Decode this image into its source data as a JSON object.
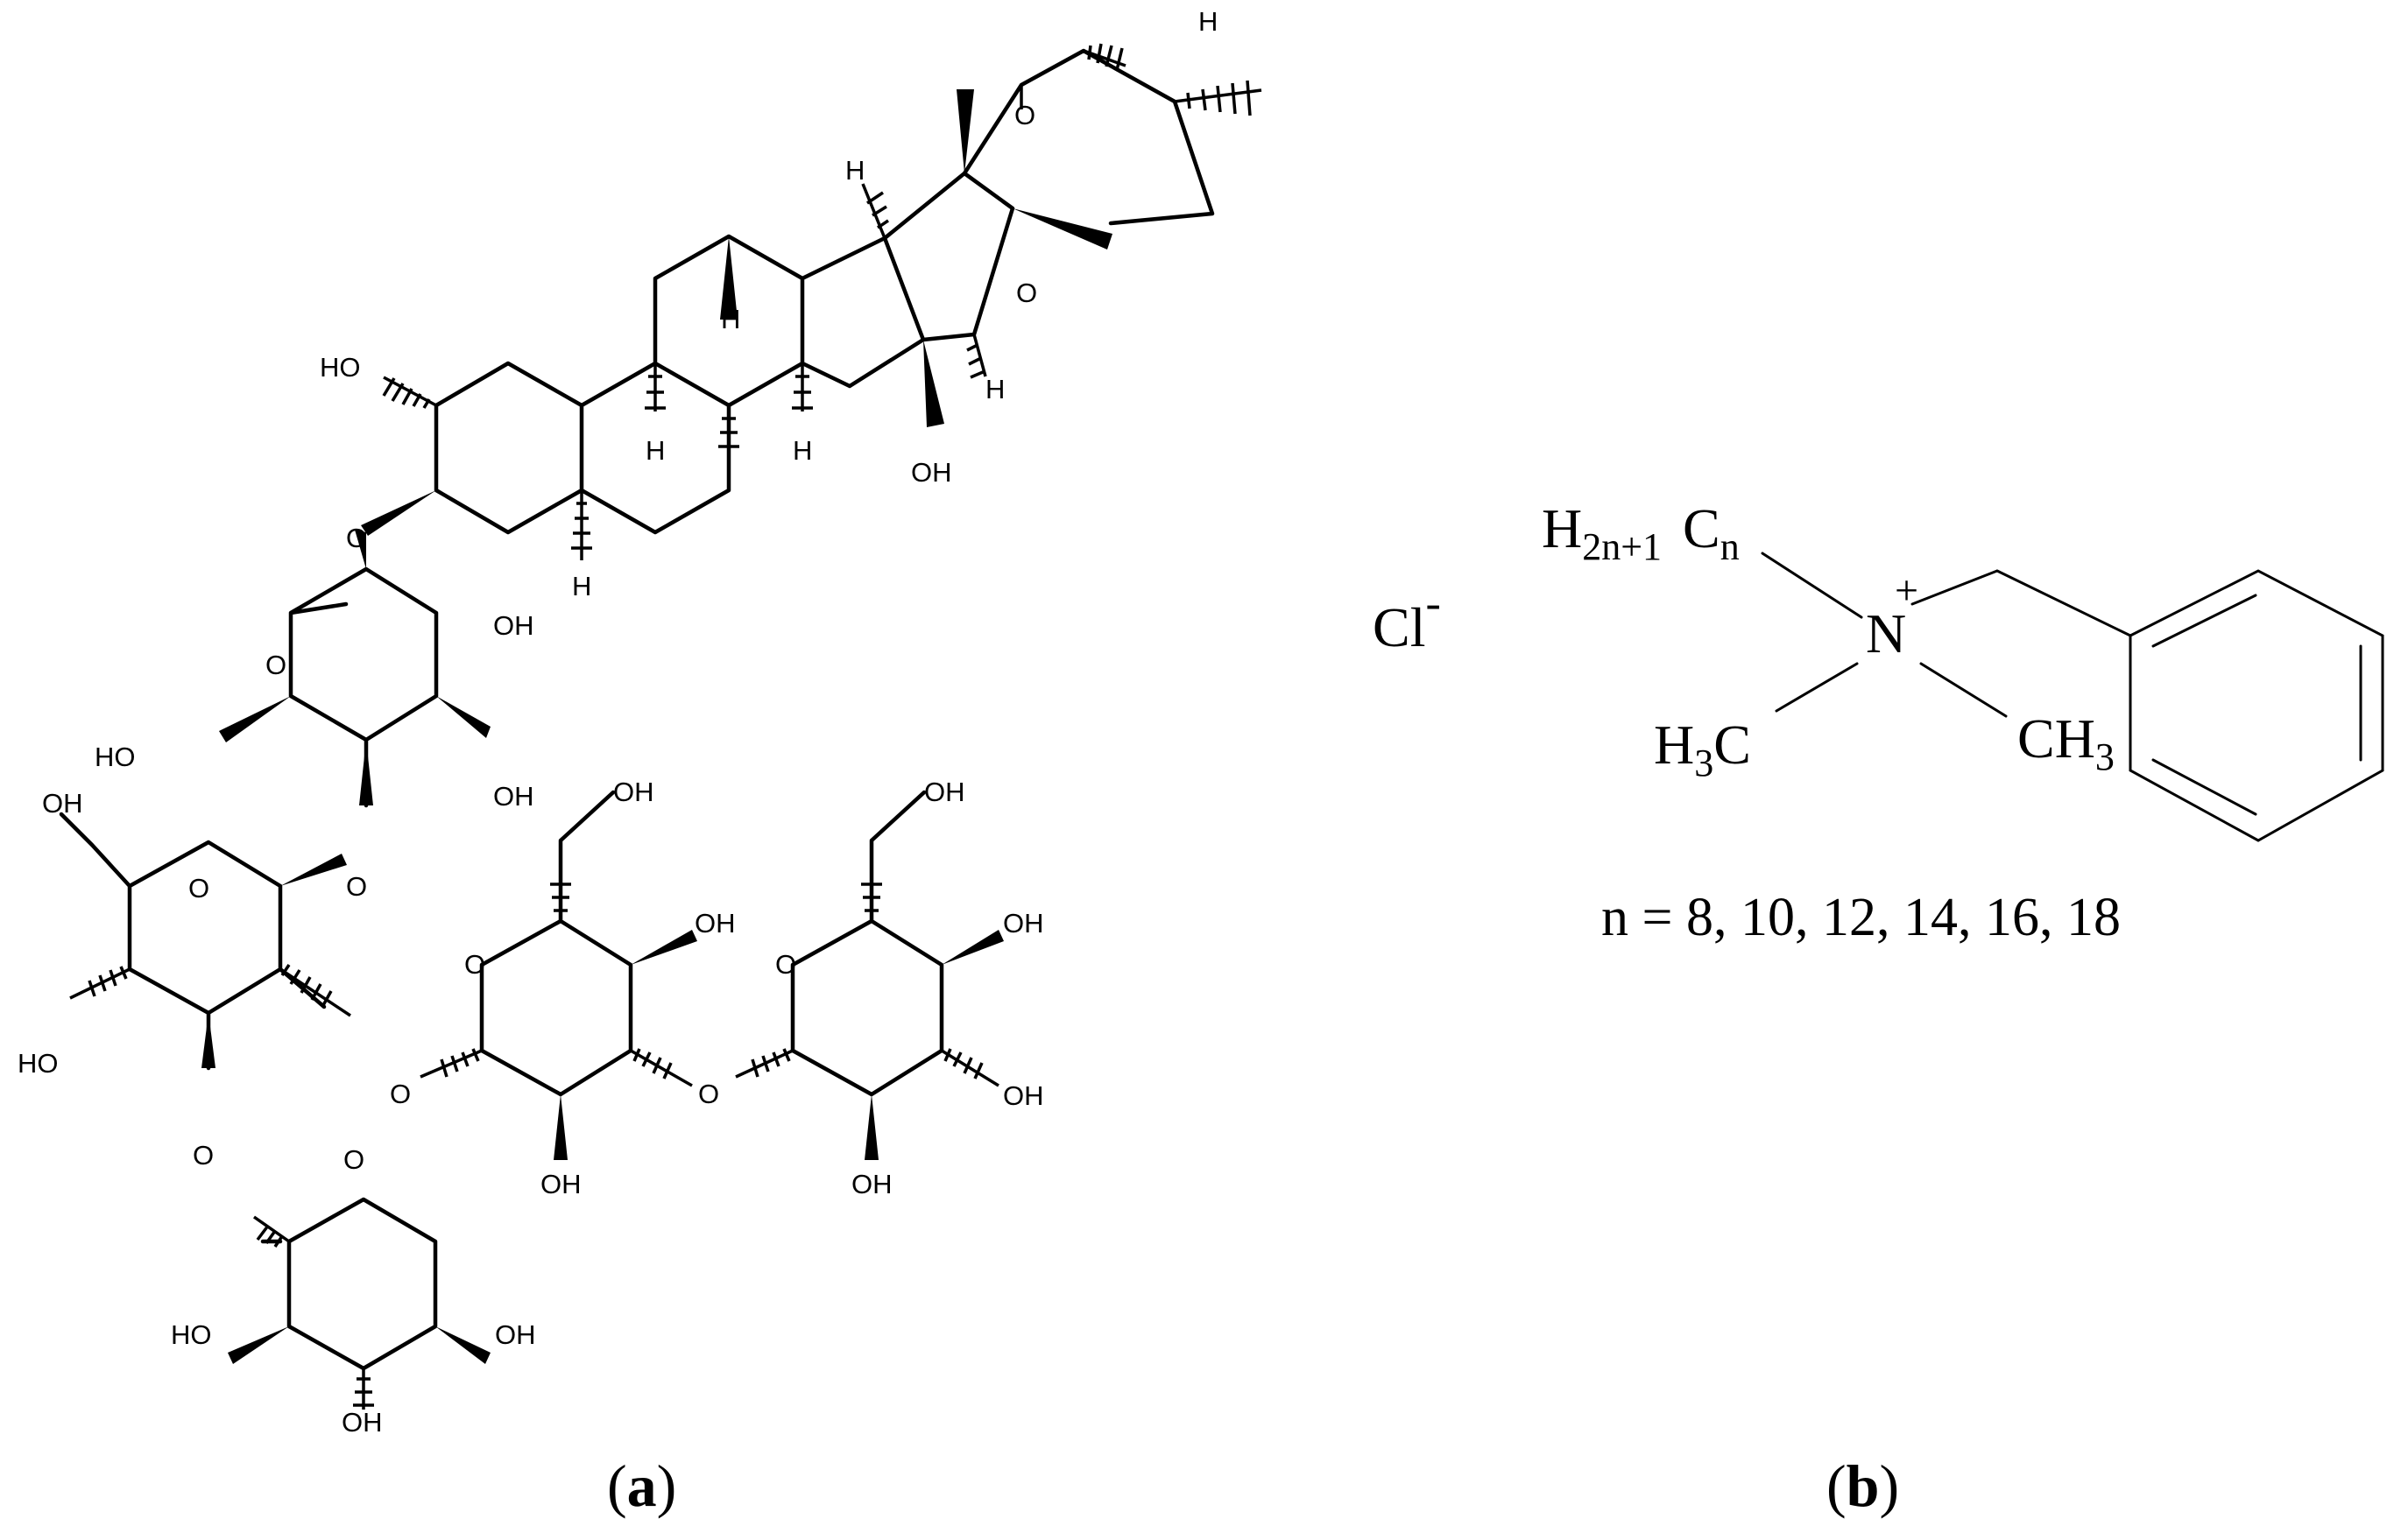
{
  "panel_a": {
    "caption_letter": "a",
    "atom_labels": {
      "ho_2": "HO",
      "o_3": "O",
      "h_5": "H",
      "h_8": "H",
      "h_9": "H",
      "h_14": "H",
      "oh_15": "OH",
      "o_16": "O",
      "h_16": "H",
      "h_17": "H",
      "o_ring_e": "O",
      "h_25": "H",
      "o_glc1": "O",
      "oh_glc1_2": "OH",
      "oh_glc1_3": "OH",
      "ho_glc1_6": "HO",
      "o_link_4": "O",
      "oh_glc2_6": "OH",
      "o_glc2": "O",
      "ho_glc2_4": "HO",
      "o_link_2": "O",
      "o_link_3": "O",
      "o_xyl": "O",
      "ho_xyl_2": "HO",
      "oh_xyl_3": "OH",
      "oh_xyl_4": "OH",
      "oh_glc3_6": "OH",
      "o_glc3": "O",
      "oh_glc3_4": "OH",
      "oh_glc3_2": "OH",
      "o_link_glc3_3": "O",
      "oh_glc4_6": "OH",
      "o_glc4": "O",
      "oh_glc4_4": "OH",
      "oh_glc4_3": "OH",
      "oh_glc4_2": "OH"
    }
  },
  "panel_b": {
    "caption_letter": "b",
    "counter_ion": {
      "symbol": "Cl",
      "charge": "-"
    },
    "alkyl_chain": {
      "H": "H",
      "H_subscript": "2n+1",
      "C": "C",
      "C_subscript": "n"
    },
    "nitrogen": {
      "symbol": "N",
      "charge": "+"
    },
    "methyl_left": {
      "prefix": "H",
      "subscript": "3",
      "suffix": "C"
    },
    "methyl_right": {
      "prefix": "CH",
      "subscript": "3"
    },
    "chain_lengths": "n = 8, 10, 12, 14, 16, 18"
  }
}
